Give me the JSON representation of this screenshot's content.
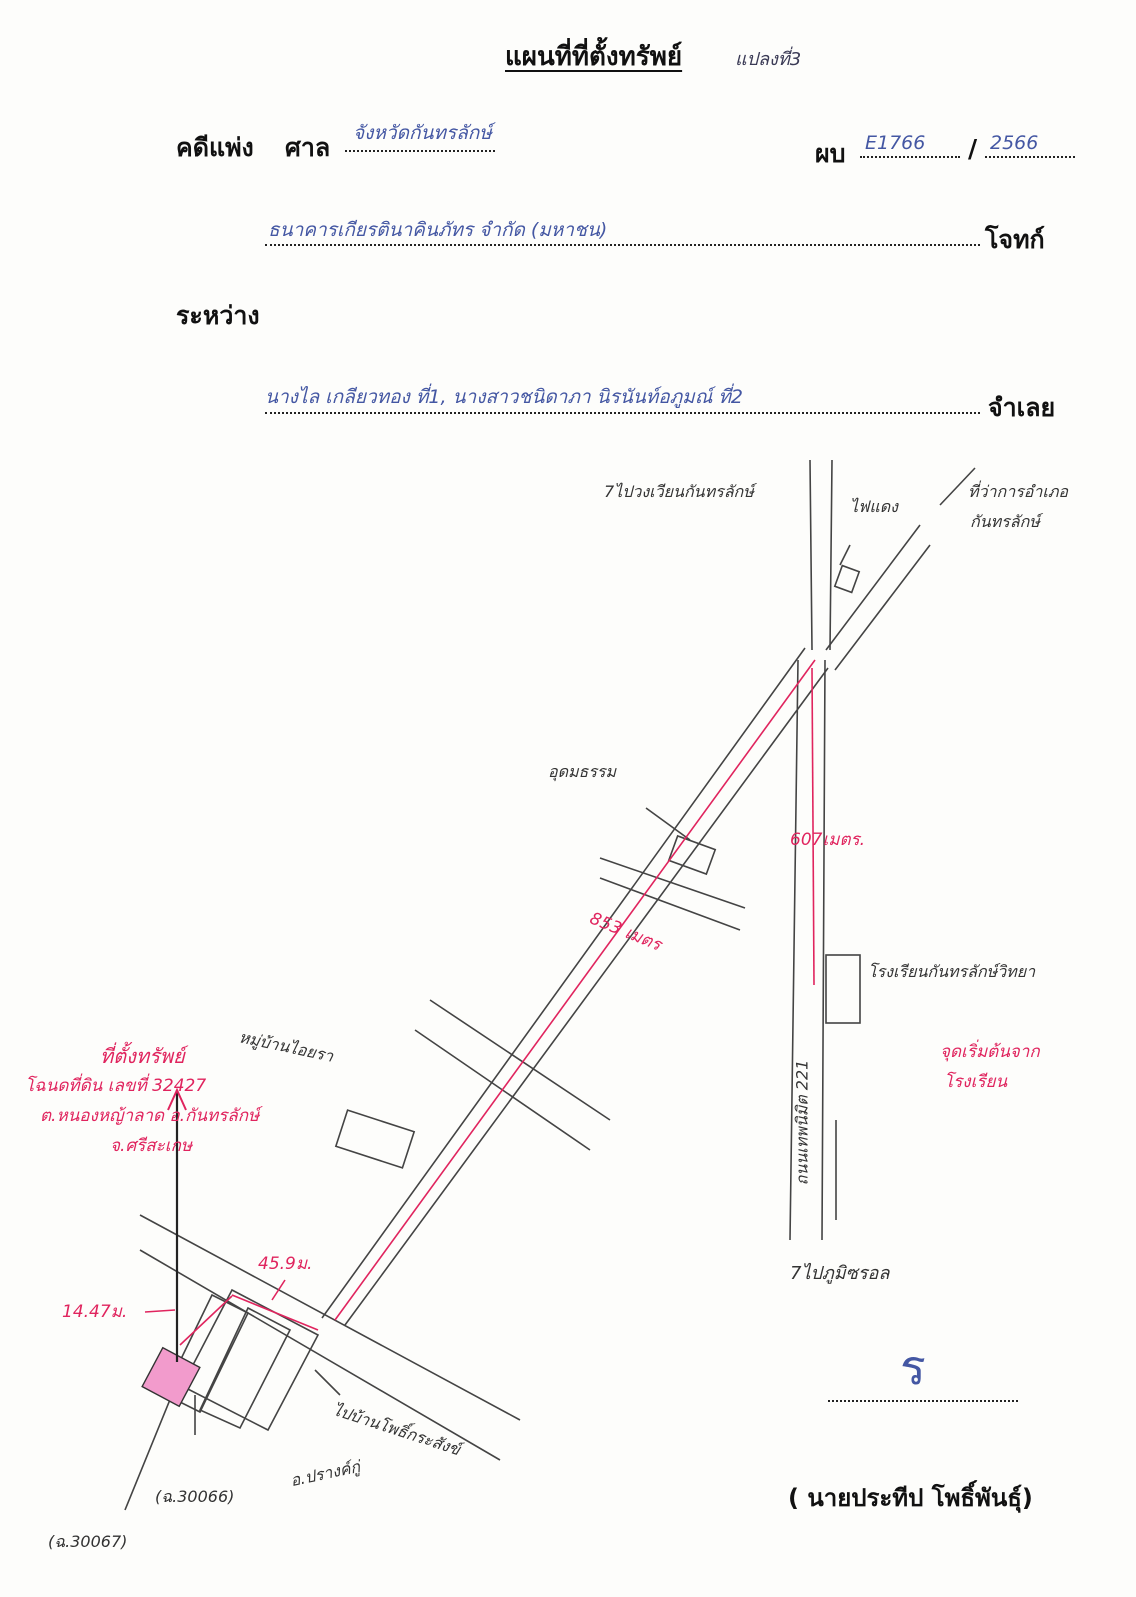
{
  "header": {
    "title": "แผนที่ที่ตั้งทรัพย์",
    "title_note": "แปลงที่3"
  },
  "form": {
    "case_label": "คดีแพ่ง",
    "court_label": "ศาล",
    "court_value": "จังหวัดกันทรลักษ์",
    "case_no_label": "ผบ",
    "case_no_value": "E1766",
    "case_year": "2566",
    "plaintiff_value": "ธนาคารเกียรตินาคินภัทร จำกัด (มหาชน)",
    "plaintiff_label": "โจทก์",
    "between_label": "ระหว่าง",
    "defendant_value": "นางไล เกลียวทอง ที่1, นางสาวชนิดาภา นิรนันท์อภูมณ์ ที่2",
    "defendant_label": "จำเลย"
  },
  "map": {
    "labels": {
      "to_school_top": "7ไปวงเวียนกันทรลักษ์",
      "power_pole": "ไฟแดง",
      "district_office_1": "ที่ว่าการอำเภอ",
      "district_office_2": "กันทรลักษ์",
      "temple": "อุดมธรรม",
      "distance_right": "607เมตร.",
      "distance_diag": "853 เมตร",
      "school": "โรงเรียนกันทรลักษ์วิทยา",
      "start_point_1": "จุดเริ่มต้นจาก",
      "start_point_2": "โรงเรียน",
      "road_name": "ถนนเทพนิมิต 221",
      "to_bottom_right": "7ไปภูมิซรอล",
      "village": "หมู่บ้านไอยรา",
      "property_title": "ที่ตั้งทรัพย์",
      "property_line2": "โฉนดที่ดิน เลขที่ 32427",
      "property_line3": "ต.หนองหญ้าลาด อ.กันทรลักษ์",
      "property_line4": "จ.ศรีสะเกษ",
      "dist_small_1": "45.9ม.",
      "dist_small_2": "14.47ม.",
      "to_bottom_road_1": "ไปบ้านโพธิ์กระสังข์",
      "to_bottom_road_2": "อ.ปรางค์กู่",
      "neighbor_1": "(ฉ.30066)",
      "neighbor_2": "(ฉ.30067)"
    }
  },
  "signature": {
    "mark": "ร",
    "name": "( นายประทีป  โพธิ์พันธุ์)"
  },
  "colors": {
    "red_ink": "#e0245e",
    "blue_ink": "#4457a3",
    "parcel_fill": "#f29bcc"
  }
}
